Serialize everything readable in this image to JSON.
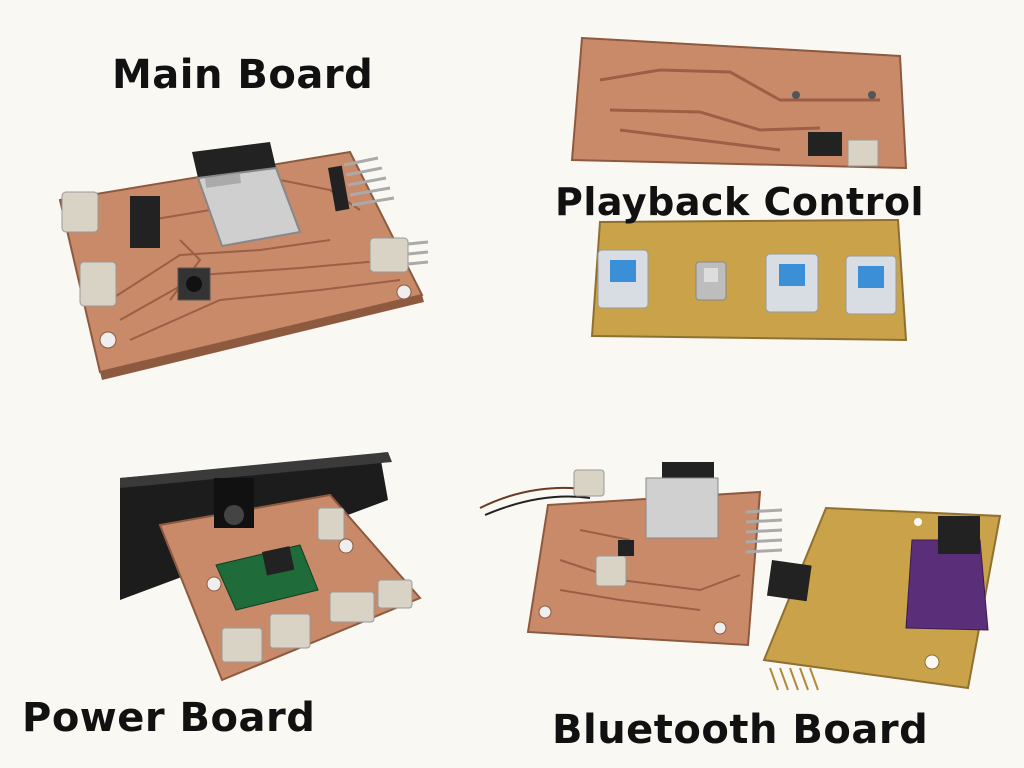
{
  "captions": {
    "main_board": "Main Board",
    "playback_control": "Playback Control",
    "power_board": "Power Board",
    "bluetooth_board": "Bluetooth Board"
  },
  "colors": {
    "background": "#faf8f3",
    "copper": "#c98a6a",
    "copper_dark": "#a96f52",
    "gold_board": "#c9a24a",
    "trace": "#9c5f45",
    "module_silver": "#c9c9c9",
    "pcb_green": "#1f6b3a",
    "pcb_purple": "#5b2e7a",
    "enclosure": "#1c1c1c",
    "key_blue": "#3a8fd6"
  }
}
